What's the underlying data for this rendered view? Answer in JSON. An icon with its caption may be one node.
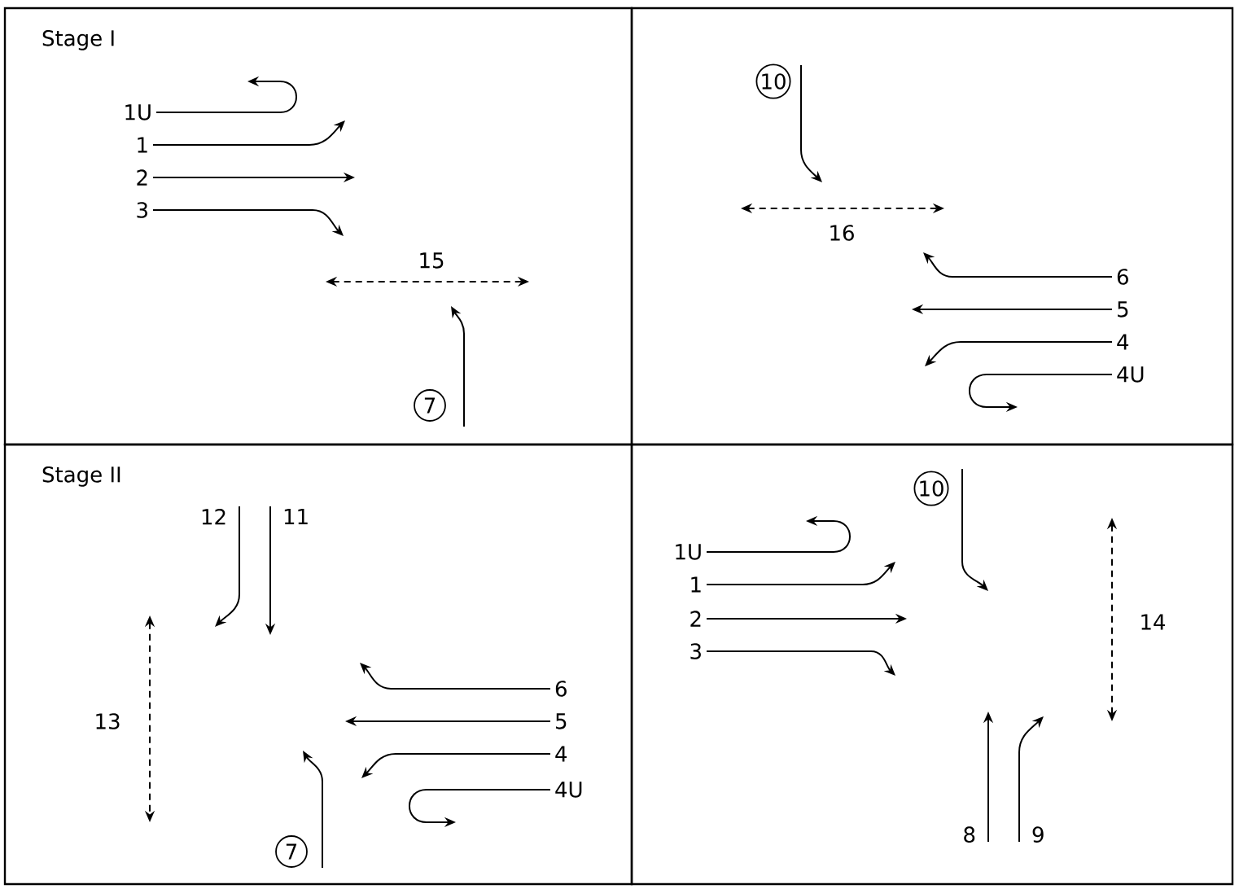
{
  "diagram": {
    "nodes": [
      {
        "text": [
          "Stage I"
        ]
      },
      {
        "text": [],
        "shape": "box"
      },
      {
        "text": [
          "Stage II"
        ]
      },
      {
        "text": [],
        "shape": "box"
      }
    ],
    "labels": [
      "1U",
      "1",
      "2",
      "3",
      "15",
      "7",
      "10",
      "16",
      "6",
      "5",
      "4",
      "4U",
      "12",
      "11",
      "13",
      "6",
      "5",
      "4",
      "4U",
      "7",
      "10",
      "1U",
      "1",
      "2",
      "3",
      "14",
      "8",
      "9"
    ]
  }
}
